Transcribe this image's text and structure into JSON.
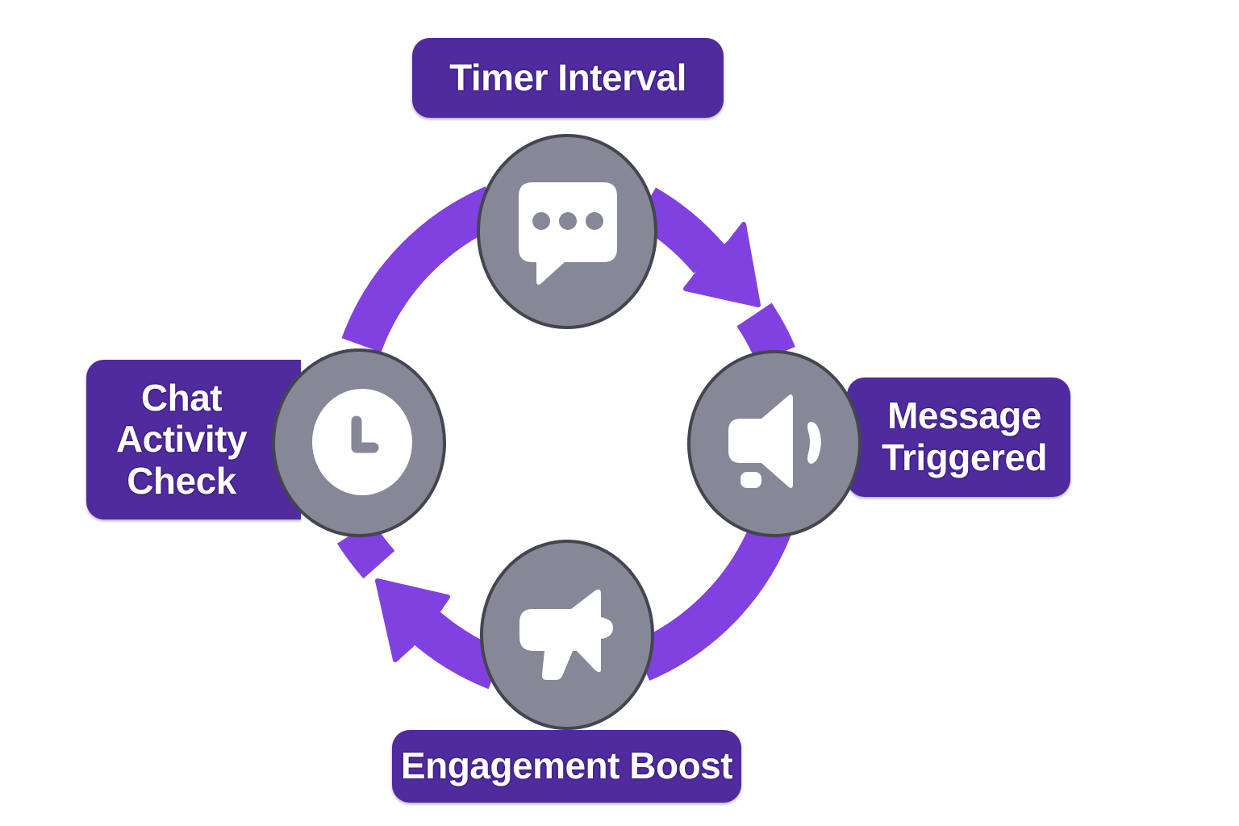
{
  "diagram": {
    "type": "cycle",
    "direction": "clockwise",
    "colors": {
      "arrow": "#8140e0",
      "node_fill": "#868897",
      "node_border": "#45454f",
      "label_bg": "#4f2b9e",
      "label_text": "#ffffff",
      "icon": "#ffffff"
    },
    "steps": [
      {
        "id": "top",
        "label": "Timer Interval",
        "icon": "chat-bubble-icon"
      },
      {
        "id": "right",
        "label": "Message\nTriggered",
        "icon": "speaker-icon"
      },
      {
        "id": "bottom",
        "label": "Engagement Boost",
        "icon": "megaphone-icon"
      },
      {
        "id": "left",
        "label": "Chat\nActivity\nCheck",
        "icon": "clock-icon"
      }
    ]
  }
}
